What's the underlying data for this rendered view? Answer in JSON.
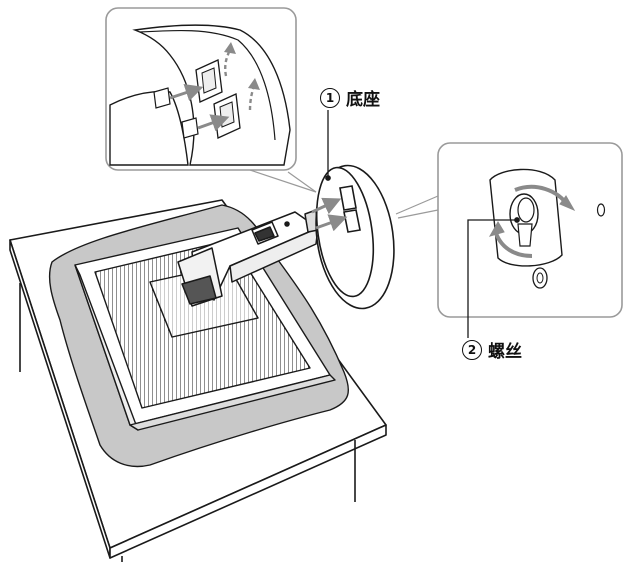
{
  "callouts": {
    "base": {
      "number": "1",
      "label": "底座"
    },
    "screw": {
      "number": "2",
      "label": "螺丝"
    }
  },
  "colors": {
    "line": "#1a1a1a",
    "cloth": "#c8c8c8",
    "inset_border": "#9a9a9a",
    "arrow_gray": "#8a8a8a"
  }
}
